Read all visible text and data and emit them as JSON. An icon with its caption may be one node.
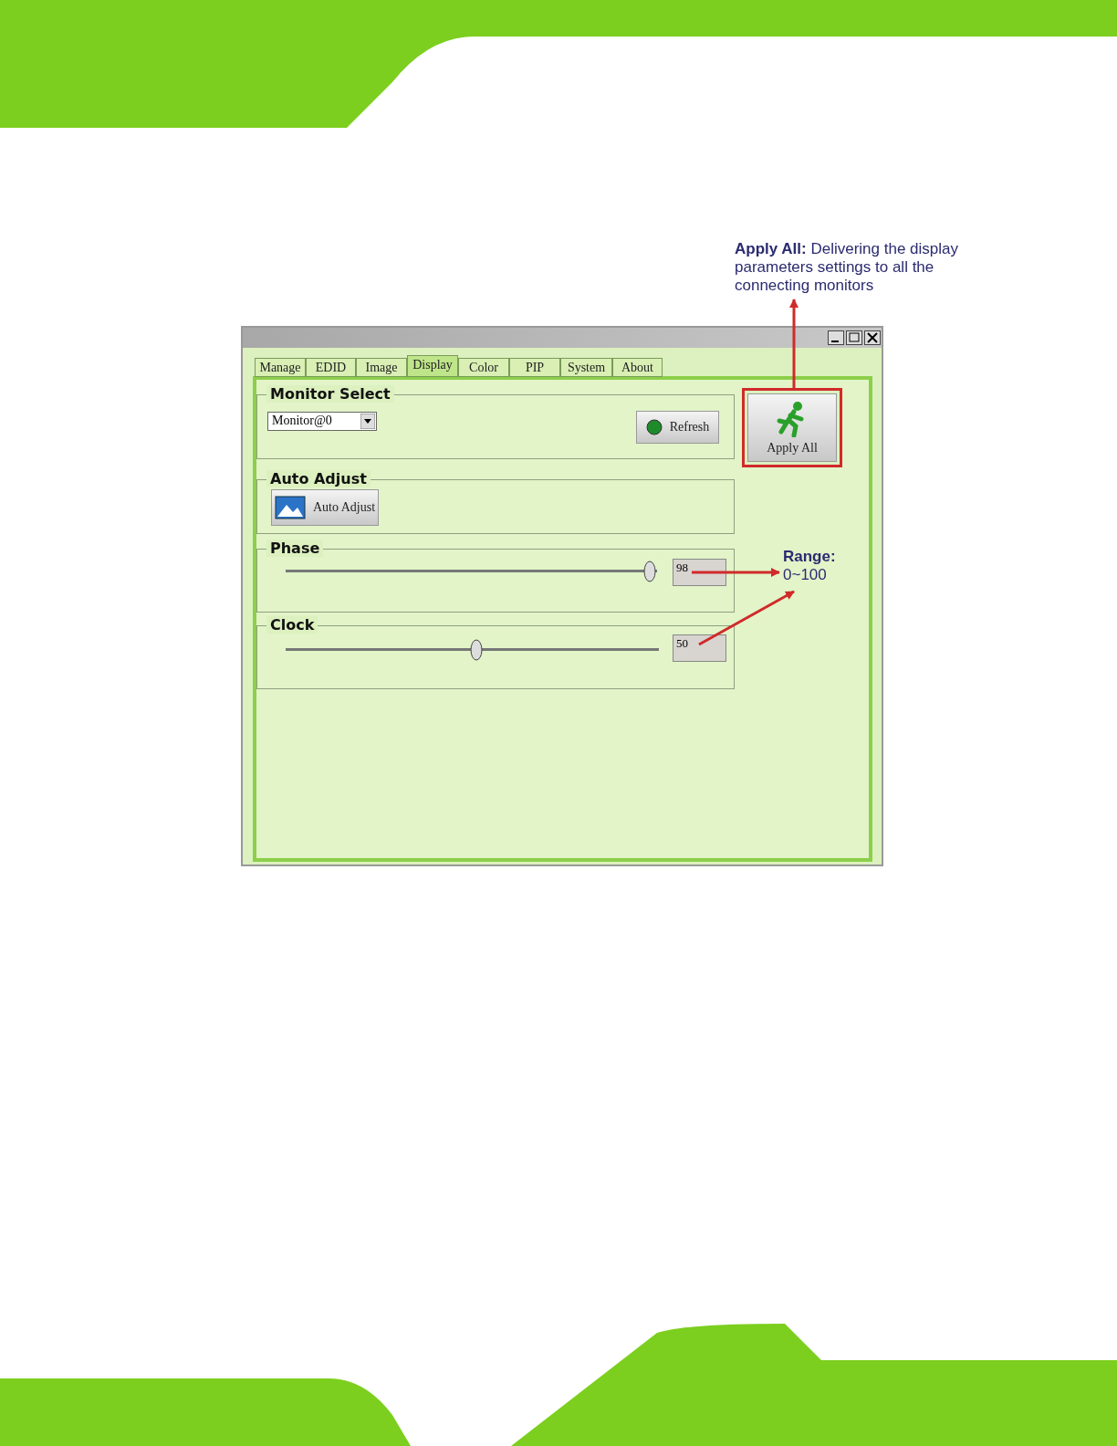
{
  "diagram": {
    "nodes": [
      {
        "text": [
          "**Apply All:** Delivering the display parameters settings to all the connecting monitors"
        ]
      },
      {
        "text": [
          "Manage"
        ]
      },
      {
        "text": [
          "EDID"
        ]
      },
      {
        "text": [
          "Image"
        ]
      },
      {
        "text": [
          "Display"
        ]
      },
      {
        "text": [
          "Color"
        ]
      },
      {
        "text": [
          "PIP"
        ]
      },
      {
        "text": [
          "System"
        ]
      },
      {
        "text": [
          "About"
        ]
      },
      {
        "text": [
          "Monitor Select"
        ]
      },
      {
        "text": [
          "Monitor@0"
        ],
        "in": 9
      },
      {
        "text": [
          "Refresh"
        ],
        "in": 9
      },
      {
        "text": [
          "Apply All"
        ]
      },
      {
        "text": [
          "Auto Adjust"
        ]
      },
      {
        "text": [
          "Auto Adjust"
        ],
        "in": 13
      },
      {
        "text": [
          "Phase"
        ]
      },
      {
        "text": [
          "98"
        ],
        "in": 15
      },
      {
        "text": [
          "Range:",
          "0~100"
        ]
      },
      {
        "text": [
          "Clock"
        ]
      },
      {
        "text": [
          "50"
        ],
        "in": 18
      }
    ],
    "edges": [
      {
        "from": 12,
        "to": 0,
        "arrow": "to"
      },
      {
        "from": 16,
        "to": 17,
        "arrow": "to"
      },
      {
        "from": 19,
        "to": 17,
        "arrow": "to"
      }
    ]
  }
}
